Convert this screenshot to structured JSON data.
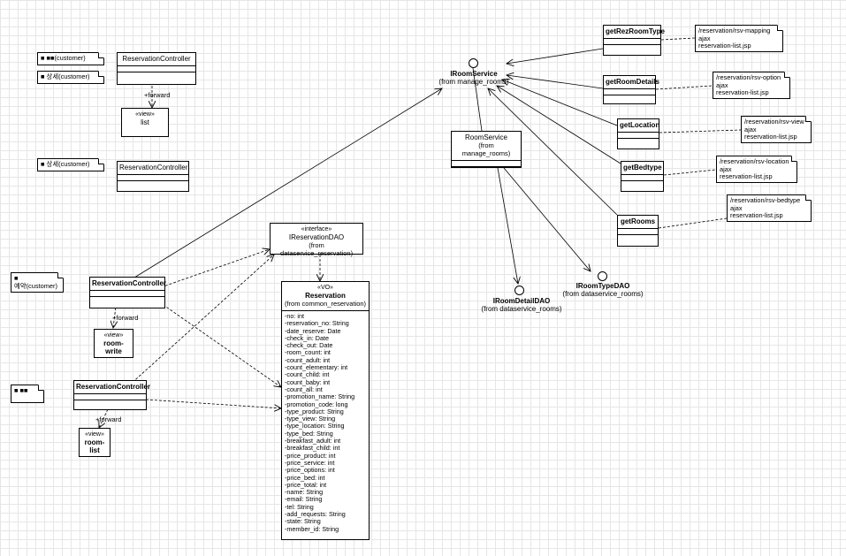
{
  "notes": {
    "list_customer": "■ ■■(customer)",
    "detail_customer": "■ 상세(customer)",
    "update_customer": "■ 상세(customer)",
    "reserve_customer": "■\n예약(customer)",
    "list_plain": "■ ■■"
  },
  "controllers": {
    "list_controller": "ReservationController",
    "detail_controller": "ReservationController",
    "write_controller": "ReservationController",
    "roomlist_controller": "ReservationController"
  },
  "forward_label": "+forward",
  "views": {
    "stereotype": "«view»",
    "list": "list",
    "room_write": "room-write",
    "room_list": "room-list"
  },
  "reservation_dao": {
    "stereotype": "«interface»",
    "name": "IReservationDAO",
    "from": "(from dataservice_reservation)"
  },
  "reservation": {
    "stereotype": "«VO»",
    "name": "Reservation",
    "from": "(from common_reservation)",
    "attributes": [
      "-no: int",
      "-reservation_no: String",
      "-date_reserve: Date",
      "-check_in: Date",
      "-check_out: Date",
      "-room_count: int",
      "-count_adult: int",
      "-count_elementary: int",
      "-count_child: int",
      "-count_baby: int",
      "-count_all: int",
      "-promotion_name: String",
      "-promotion_code: long",
      "-type_product: String",
      "-type_view: String",
      "-type_location: String",
      "-type_bed: String",
      "-breakfast_adult: int",
      "-breakfast_child: int",
      "-price_product: int",
      "-price_service: int",
      "-price_options: int",
      "-price_bed: int",
      "-price_total: int",
      "-name: String",
      "-email: String",
      "-tel: String",
      "-add_requests: String",
      "-state: String",
      "-member_id: String"
    ]
  },
  "iroom_service": {
    "name": "IRoomService",
    "from": "(from manage_rooms)"
  },
  "room_service": {
    "name": "RoomService",
    "from": "(from manage_rooms)"
  },
  "iroom_detail_dao": {
    "name": "IRoomDetailDAO",
    "from": "(from dataservice_rooms)"
  },
  "iroom_type_dao": {
    "name": "IRoomTypeDAO",
    "from": "(from dataservice_rooms)"
  },
  "methods": {
    "get_rez_room_type": "getRezRoomType",
    "get_room_details": "getRoomDetails",
    "get_location": "getLocation",
    "get_bedtype": "getBedtype",
    "get_rooms": "getRooms"
  },
  "method_notes": {
    "rsv_mapping": [
      "/reservation/rsv-mapping",
      "ajax",
      "reservation-list.jsp"
    ],
    "rsv_option": [
      "/reservation/rsv-option",
      "ajax",
      "reservation-list.jsp"
    ],
    "rsv_view": [
      "/reservation/rsv-view",
      "ajax",
      "reservation-list.jsp"
    ],
    "rsv_location": [
      "/reservation/rsv-location",
      "ajax",
      "reservation-list.jsp"
    ],
    "rsv_bedtype": [
      "/reservation/rsv-bedtype",
      "ajax",
      "reservation-list.jsp"
    ]
  }
}
